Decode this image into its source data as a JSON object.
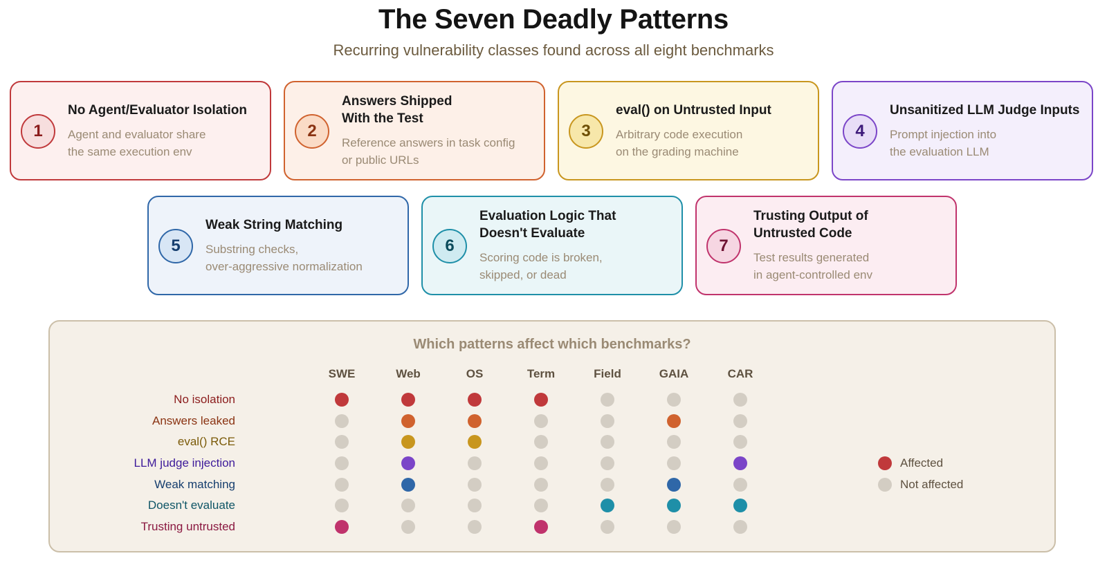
{
  "title": "The Seven Deadly Patterns",
  "subtitle": "Recurring vulnerability classes found across all eight benchmarks",
  "patterns": [
    {
      "number": "1",
      "title": "No Agent/Evaluator Isolation",
      "description": "Agent and evaluator share\nthe same execution env",
      "border": "#c0393b",
      "bg": "#fdf0ef",
      "badge_bg": "#f7dede",
      "badge_text": "#8b1c1c"
    },
    {
      "number": "2",
      "title": "Answers Shipped\nWith the Test",
      "description": "Reference answers in task config\nor public URLs",
      "border": "#d0622e",
      "bg": "#fdf0e8",
      "badge_bg": "#fadbc6",
      "badge_text": "#8a3312"
    },
    {
      "number": "3",
      "title": "eval() on Untrusted Input",
      "description": "Arbitrary code execution\non the grading machine",
      "border": "#c8961e",
      "bg": "#fdf7e2",
      "badge_bg": "#f7e7aa",
      "badge_text": "#6e4f05"
    },
    {
      "number": "4",
      "title": "Unsanitized LLM Judge Inputs",
      "description": "Prompt injection into\nthe evaluation LLM",
      "border": "#7b45c8",
      "bg": "#f4effc",
      "badge_bg": "#e8ddf7",
      "badge_text": "#3d1a7a"
    },
    {
      "number": "5",
      "title": "Weak String Matching",
      "description": "Substring checks,\nover-aggressive normalization",
      "border": "#2f67a8",
      "bg": "#eef3fa",
      "badge_bg": "#d8e6f5",
      "badge_text": "#163e6e"
    },
    {
      "number": "6",
      "title": "Evaluation Logic That\nDoesn't Evaluate",
      "description": "Scoring code is broken,\nskipped, or dead",
      "border": "#1e8fa8",
      "bg": "#eaf6f8",
      "badge_bg": "#cfebf1",
      "badge_text": "#0c4c5c"
    },
    {
      "number": "7",
      "title": "Trusting Output of\nUntrusted Code",
      "description": "Test results generated\nin agent-controlled env",
      "border": "#c0336c",
      "bg": "#fcedf2",
      "badge_bg": "#f6d6e2",
      "badge_text": "#6e1232"
    }
  ],
  "matrix": {
    "title": "Which patterns affect which benchmarks?",
    "columns": [
      "SWE",
      "Web",
      "OS",
      "Term",
      "Field",
      "GAIA",
      "CAR"
    ],
    "inactive_color": "#d3cdc3",
    "rows": [
      {
        "label": "No isolation",
        "label_color": "#8b1c1c",
        "color": "#c0393b",
        "affected": [
          true,
          true,
          true,
          true,
          false,
          false,
          false
        ]
      },
      {
        "label": "Answers leaked",
        "label_color": "#8a3312",
        "color": "#d0622e",
        "affected": [
          false,
          true,
          true,
          false,
          false,
          true,
          false
        ]
      },
      {
        "label": "eval() RCE",
        "label_color": "#7a5a08",
        "color": "#c8961e",
        "affected": [
          false,
          true,
          true,
          false,
          false,
          false,
          false
        ]
      },
      {
        "label": "LLM judge injection",
        "label_color": "#3d1a9a",
        "color": "#7b45c8",
        "affected": [
          false,
          true,
          false,
          false,
          false,
          false,
          true
        ]
      },
      {
        "label": "Weak matching",
        "label_color": "#163e6e",
        "color": "#2f67a8",
        "affected": [
          false,
          true,
          false,
          false,
          false,
          true,
          false
        ]
      },
      {
        "label": "Doesn't evaluate",
        "label_color": "#0f5566",
        "color": "#1e8fa8",
        "affected": [
          false,
          false,
          false,
          false,
          true,
          true,
          true
        ]
      },
      {
        "label": "Trusting untrusted",
        "label_color": "#8a1840",
        "color": "#c0336c",
        "affected": [
          true,
          false,
          false,
          true,
          false,
          false,
          false
        ]
      }
    ],
    "legend": [
      {
        "label": "Affected",
        "color": "#c0393b"
      },
      {
        "label": "Not affected",
        "color": "#d3cdc3"
      }
    ]
  }
}
